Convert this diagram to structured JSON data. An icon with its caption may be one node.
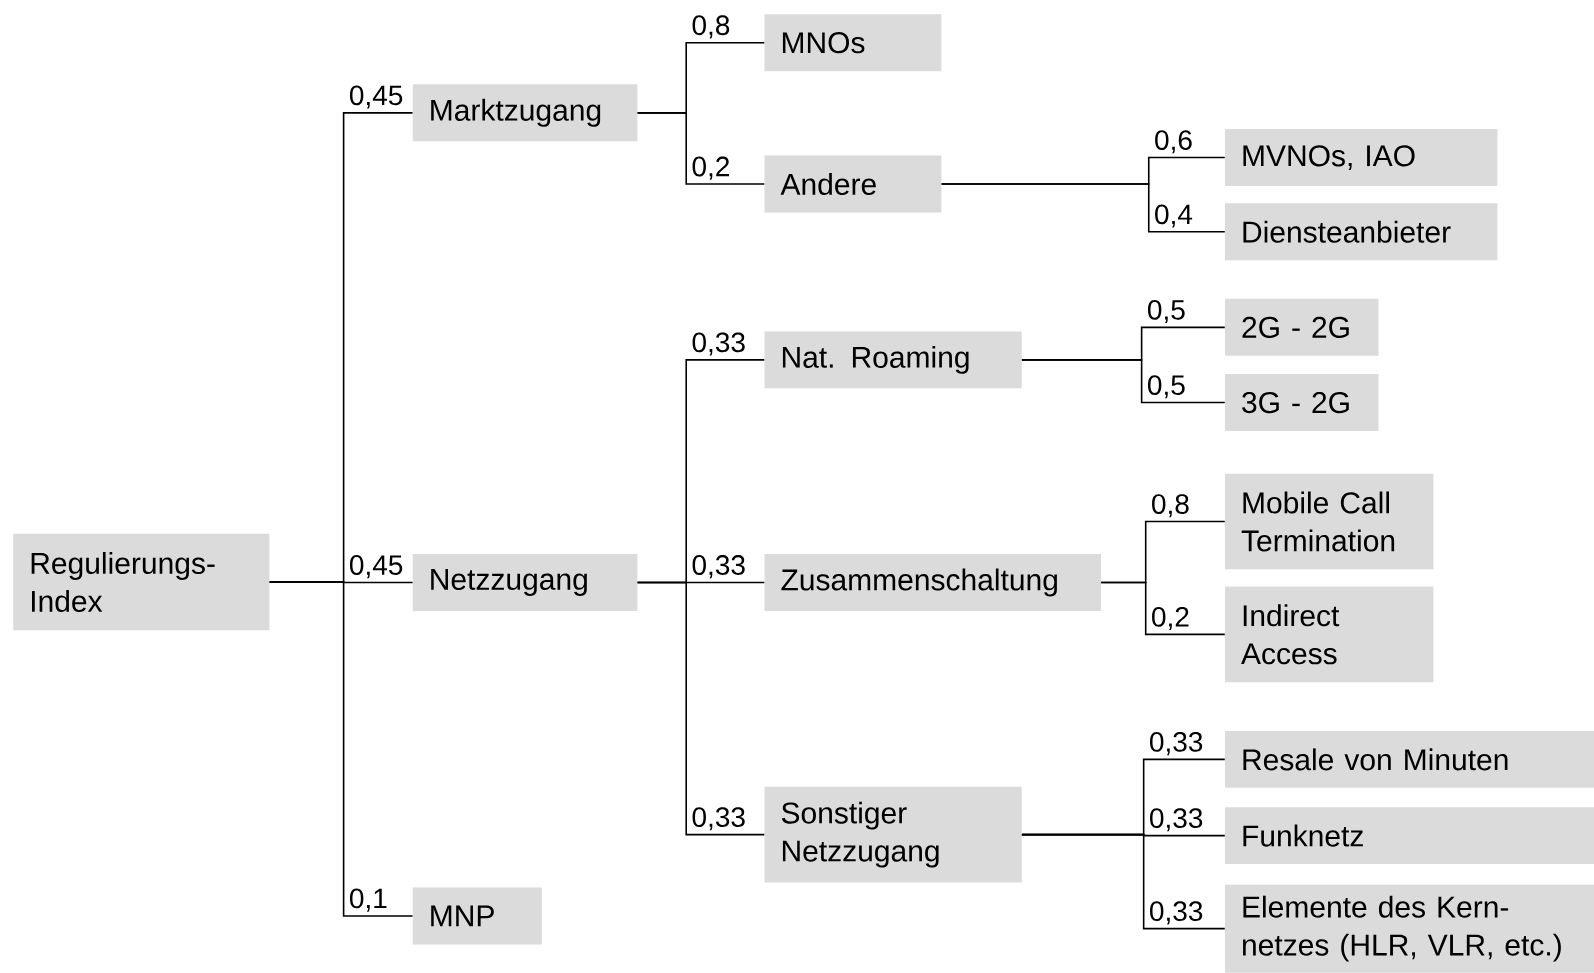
{
  "diagram": {
    "nodes": [
      {
        "text": [
          "Regulierungs- Index"
        ]
      },
      {
        "text": [
          "Marktzugang"
        ]
      },
      {
        "text": [
          "Netzzugang"
        ]
      },
      {
        "text": [
          "MNP"
        ]
      },
      {
        "text": [
          "MNOs"
        ]
      },
      {
        "text": [
          "Andere"
        ]
      },
      {
        "text": [
          "MVNOs, IAO"
        ]
      },
      {
        "text": [
          "Diensteanbieter"
        ]
      },
      {
        "text": [
          "Nat. Roaming"
        ]
      },
      {
        "text": [
          "Zusammenschaltung"
        ]
      },
      {
        "text": [
          "Sonstiger Netzzugang"
        ]
      },
      {
        "text": [
          "2G - 2G"
        ]
      },
      {
        "text": [
          "3G - 2G"
        ]
      },
      {
        "text": [
          "Mobile Call Termination"
        ]
      },
      {
        "text": [
          "Indirect Access"
        ]
      },
      {
        "text": [
          "Resale von Minuten"
        ]
      },
      {
        "text": [
          "Funknetz"
        ]
      },
      {
        "text": [
          "Elemente des Kern- netzes (HLR, VLR, etc.)"
        ]
      }
    ],
    "edges": [
      {
        "from": 0,
        "to": 1,
        "arrow": "none",
        "label": "0,45"
      },
      {
        "from": 0,
        "to": 2,
        "arrow": "none",
        "label": "0,45"
      },
      {
        "from": 0,
        "to": 3,
        "arrow": "none",
        "label": "0,1"
      },
      {
        "from": 1,
        "to": 4,
        "arrow": "none",
        "label": "0,8"
      },
      {
        "from": 1,
        "to": 5,
        "arrow": "none",
        "label": "0,2"
      },
      {
        "from": 5,
        "to": 6,
        "arrow": "none",
        "label": "0,6"
      },
      {
        "from": 5,
        "to": 7,
        "arrow": "none",
        "label": "0,4"
      },
      {
        "from": 2,
        "to": 8,
        "arrow": "none",
        "label": "0,33"
      },
      {
        "from": 2,
        "to": 9,
        "arrow": "none",
        "label": "0,33"
      },
      {
        "from": 2,
        "to": 10,
        "arrow": "none",
        "label": "0,33"
      },
      {
        "from": 8,
        "to": 11,
        "arrow": "none",
        "label": "0,5"
      },
      {
        "from": 8,
        "to": 12,
        "arrow": "none",
        "label": "0,5"
      },
      {
        "from": 9,
        "to": 13,
        "arrow": "none",
        "label": "0,8"
      },
      {
        "from": 9,
        "to": 14,
        "arrow": "none",
        "label": "0,2"
      },
      {
        "from": 10,
        "to": 15,
        "arrow": "none",
        "label": "0,33"
      },
      {
        "from": 10,
        "to": 16,
        "arrow": "none",
        "label": "0,33"
      },
      {
        "from": 10,
        "to": 17,
        "arrow": "none",
        "label": "0,33"
      }
    ]
  }
}
